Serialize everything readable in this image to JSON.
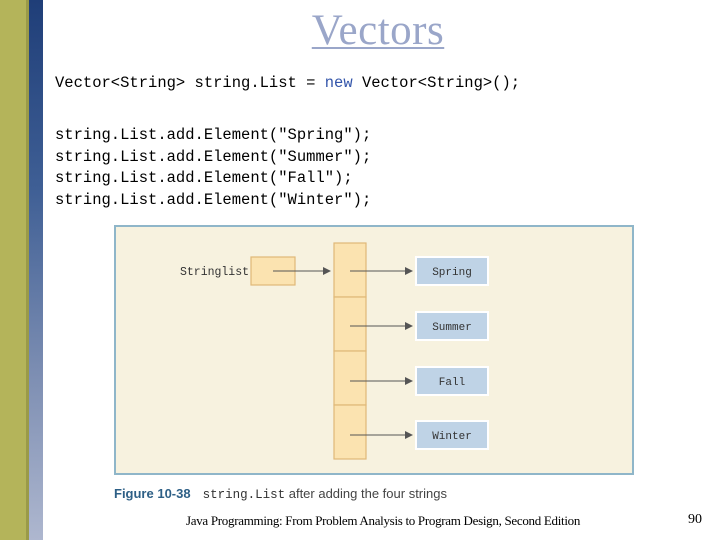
{
  "slide": {
    "title": "Vectors",
    "code_decl_prefix": "Vector<String> string.List = ",
    "code_decl_keyword": "new",
    "code_decl_suffix": " Vector<String>();",
    "code_lines": [
      "string.List.add.Element(\"Spring\");",
      "string.List.add.Element(\"Summer\");",
      "string.List.add.Element(\"Fall\");",
      "string.List.add.Element(\"Winter\");"
    ]
  },
  "figure": {
    "variable_label": "Stringlist",
    "elements": [
      "Spring",
      "Summer",
      "Fall",
      "Winter"
    ],
    "caption_number": "Figure 10-38",
    "caption_code": "string.List",
    "caption_text": " after adding the four strings"
  },
  "footer": {
    "book_title": "Java Programming: From Problem Analysis to Program Design, Second Edition",
    "page_number": "90"
  },
  "colors": {
    "title": "#9aa6c9",
    "cell_fill": "#fbe3b0",
    "cell_border": "#e0b878",
    "box_fill": "#bfd3e6",
    "figure_bg": "#f7f2df"
  }
}
